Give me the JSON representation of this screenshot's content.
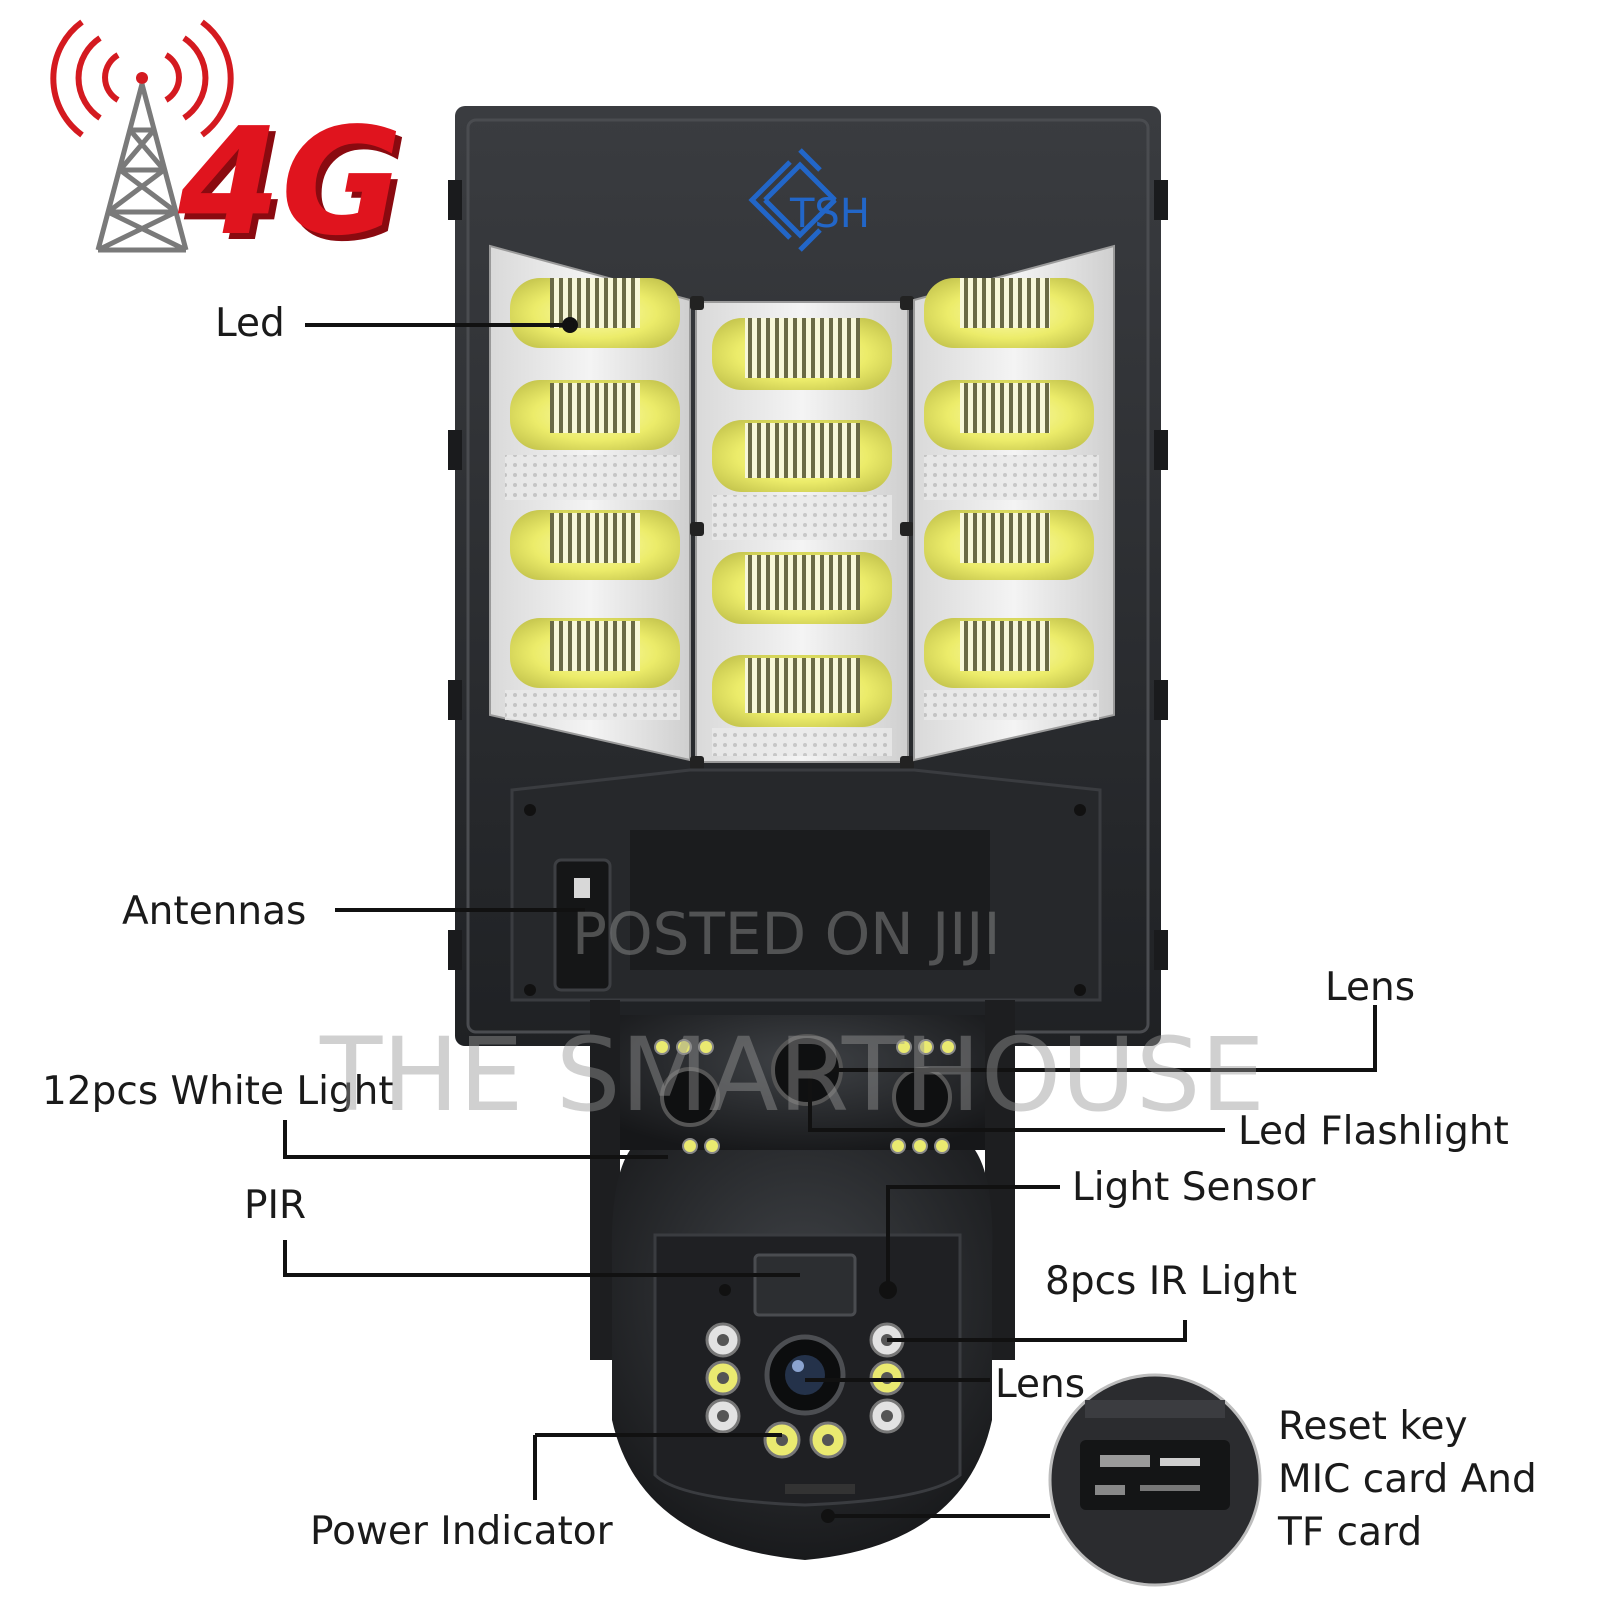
{
  "badge": {
    "text": "4G",
    "color": "#e0141e"
  },
  "brand": {
    "logo_text": "TSH",
    "logo_color": "#2266c8"
  },
  "watermarks": {
    "posted": "POSTED ON JIJI",
    "shop": "THE SMARTHOUSE"
  },
  "labels": {
    "led": "Led",
    "antennas": "Antennas",
    "lens_top": "Lens",
    "white_light": "12pcs White Light",
    "led_flashlight": "Led Flashlight",
    "light_sensor": "Light Sensor",
    "pir": "PIR",
    "ir_light": "8pcs IR Light",
    "lens_bottom": "Lens",
    "reset_line1": "Reset key",
    "reset_line2": "MIC card And",
    "reset_line3": "TF card",
    "power_indicator": "Power Indicator"
  },
  "icons": [
    "cell-tower-icon",
    "signal-waves-icon",
    "tsh-logo-icon"
  ],
  "colors": {
    "housing": "#2b2d30",
    "led_yellow": "#f2f07a",
    "line": "#111111"
  }
}
